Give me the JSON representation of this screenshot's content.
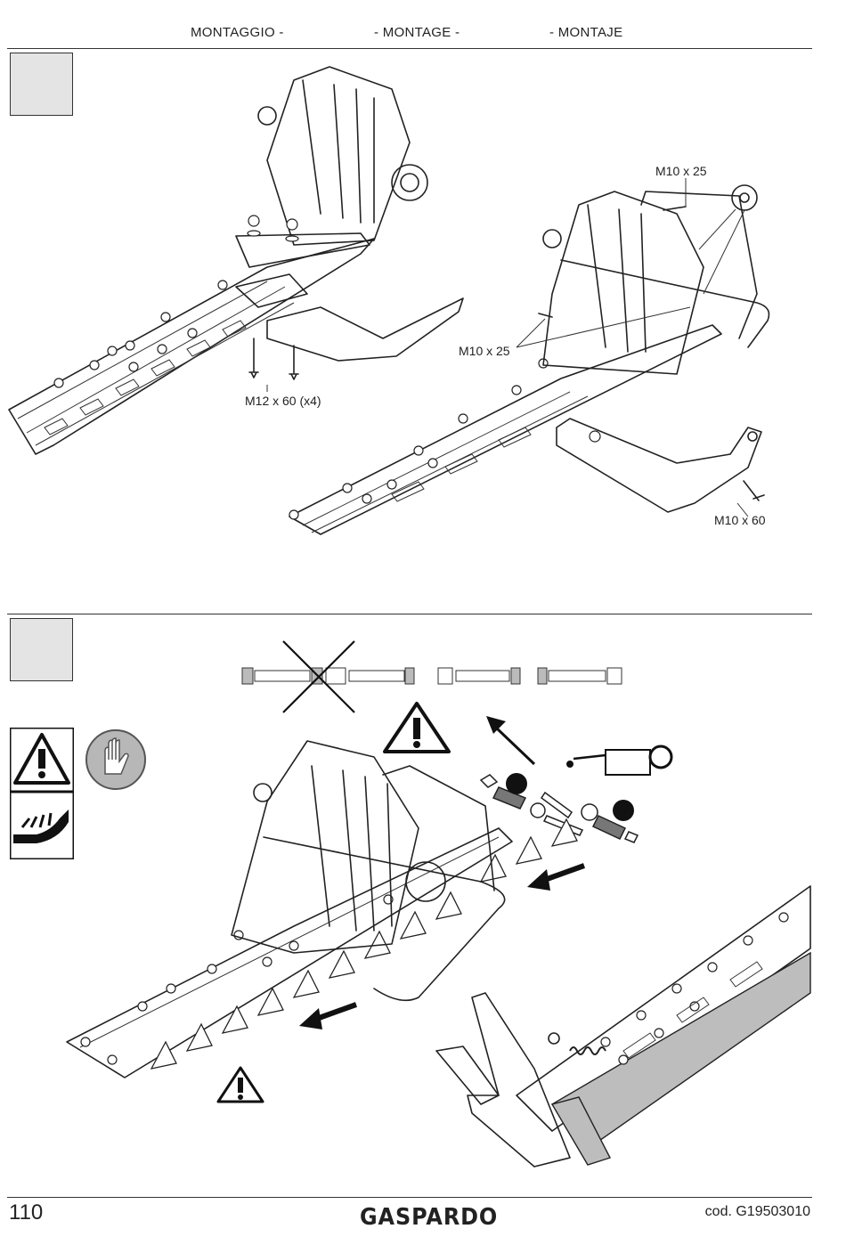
{
  "header": {
    "it": "MONTAGGIO  -",
    "fr": "-  MONTAGE  -",
    "es": "-  MONTAJE"
  },
  "section1": {
    "callouts": {
      "bolts_m12": "M12 x 60 (x4)",
      "top_m10": "M10 x 25",
      "mid_m10": "M10 x 25",
      "bottom_m10": "M10 x 60"
    }
  },
  "section2": {
    "icons": [
      "warning-icon",
      "gloves-icon",
      "hand-cut-hazard-icon",
      "oil-can-icon"
    ]
  },
  "footer": {
    "page_number": "110",
    "brand": "GASPARDO",
    "code": "cod.  G19503010"
  },
  "colors": {
    "box_fill": "#e4e4e4",
    "line": "#222222",
    "knife_bar": "#bdbdbd"
  }
}
